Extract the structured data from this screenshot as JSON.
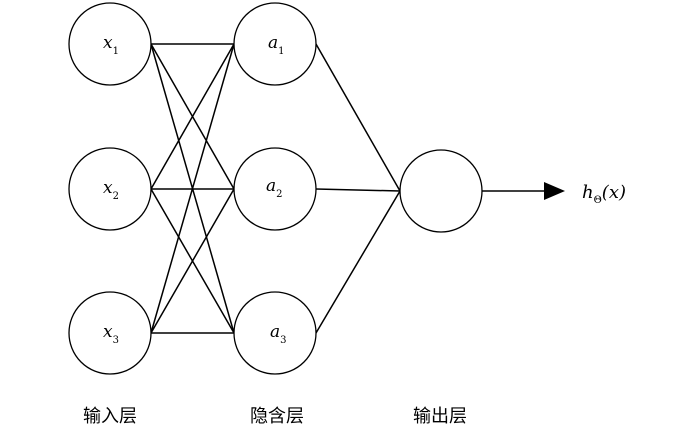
{
  "network": {
    "input_layer": {
      "label": "输入层",
      "nodes": [
        {
          "var": "x",
          "sub": "1"
        },
        {
          "var": "x",
          "sub": "2"
        },
        {
          "var": "x",
          "sub": "3"
        }
      ]
    },
    "hidden_layer": {
      "label": "隐含层",
      "nodes": [
        {
          "var": "a",
          "sub": "1"
        },
        {
          "var": "a",
          "sub": "2"
        },
        {
          "var": "a",
          "sub": "3"
        }
      ]
    },
    "output_layer": {
      "label": "输出层"
    },
    "output": {
      "h": "h",
      "sub": "Θ",
      "arg": "(x)"
    }
  }
}
